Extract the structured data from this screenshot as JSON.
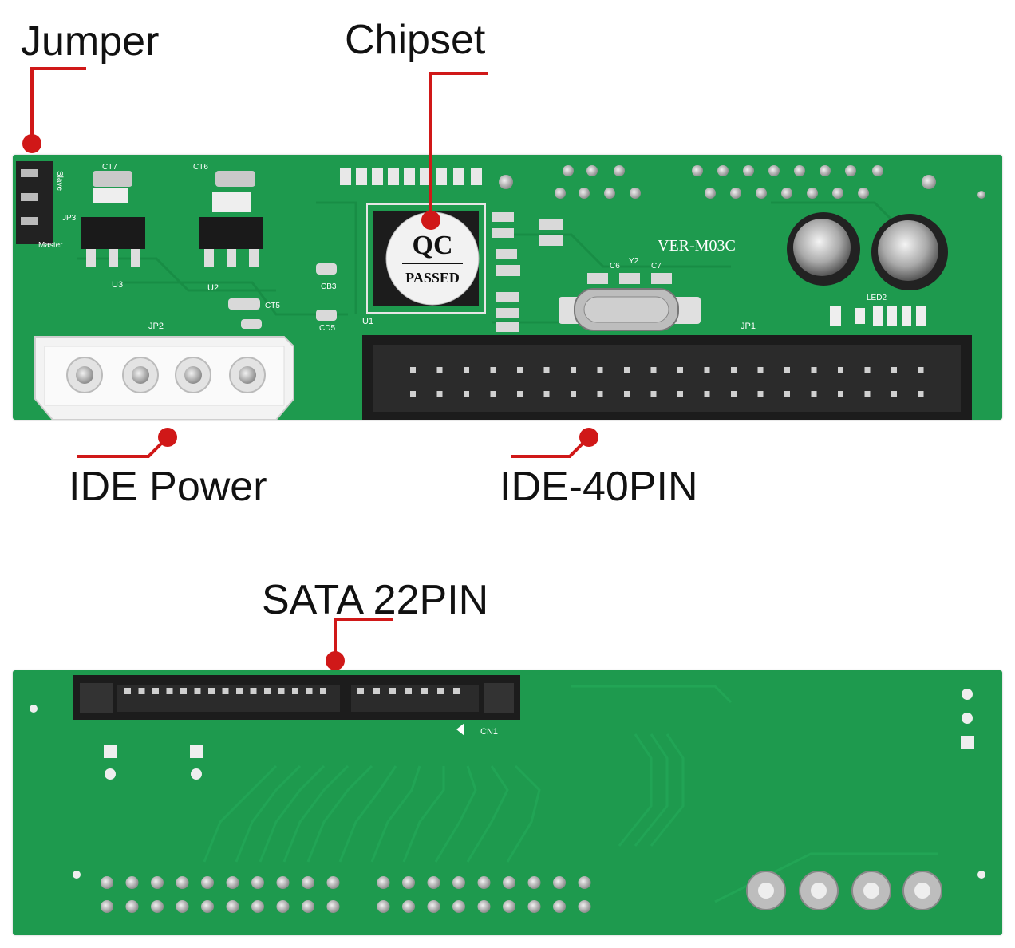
{
  "labels": {
    "jumper": "Jumper",
    "chipset": "Chipset",
    "ide_power": "IDE Power",
    "ide_40pin": "IDE-40PIN",
    "sata_22pin": "SATA 22PIN"
  },
  "silkscreen": {
    "qc_top": "QC",
    "qc_bottom": "PASSED",
    "version": "VER-M03C",
    "jp1": "JP1",
    "jp2": "JP2",
    "cn1": "CN1",
    "u1": "U1",
    "u2": "U2",
    "u3": "U3",
    "slave": "Slave",
    "master": "Master",
    "jp3": "JP3",
    "ct7": "CT7",
    "ct6": "CT6",
    "ct5": "CT5",
    "cb3": "CB3",
    "cd5": "CD5",
    "c7": "C7",
    "c6": "C6",
    "y2": "Y2",
    "led2": "LED2"
  },
  "colors": {
    "pcb": "#1e9a4e",
    "pcb_dark": "#157a3b",
    "pointer": "#d01818",
    "connector": "#1c1c1c",
    "pad": "#d7d7d7"
  }
}
